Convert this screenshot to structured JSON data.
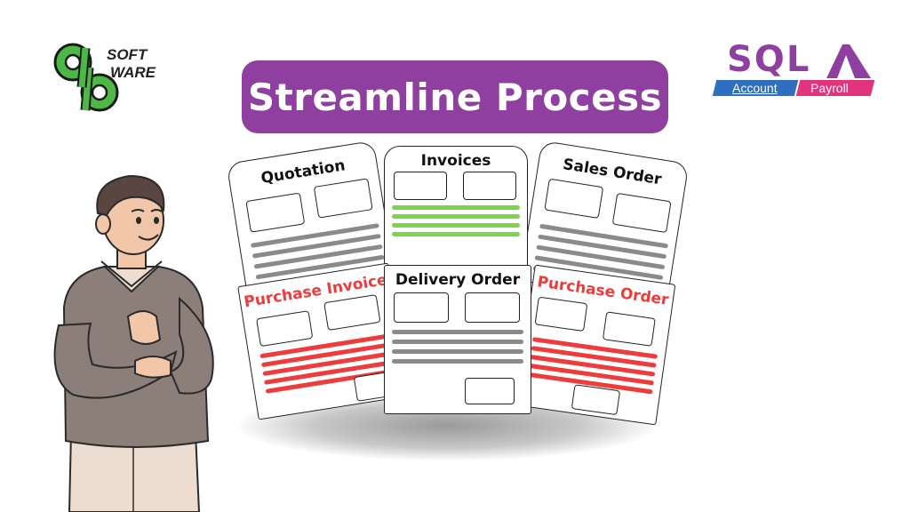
{
  "title": "Streamline Process",
  "left_logo": {
    "line1": "SOFT",
    "line2": "WARE"
  },
  "right_logo": {
    "brand": "SQL",
    "product1": "Account",
    "product2": "Payroll"
  },
  "documents": {
    "quotation": "Quotation",
    "invoices": "Invoices",
    "sales_order": "Sales Order",
    "purchase_invoice": "Purchase Invoice",
    "delivery_order": "Delivery Order",
    "purchase_order": "Purchase Order"
  },
  "colors": {
    "title_bg": "#8e3fa0",
    "sql_purple": "#8e3fa0",
    "logo_green": "#3fa83a",
    "account_blue": "#2f6fc0",
    "payroll_pink": "#e0357d",
    "gray_lines": "#8a8a8a",
    "green_lines": "#7dd44a",
    "red_lines": "#ee3b3b",
    "red_title": "#ee3b3b",
    "sweater": "#8c7e79"
  }
}
